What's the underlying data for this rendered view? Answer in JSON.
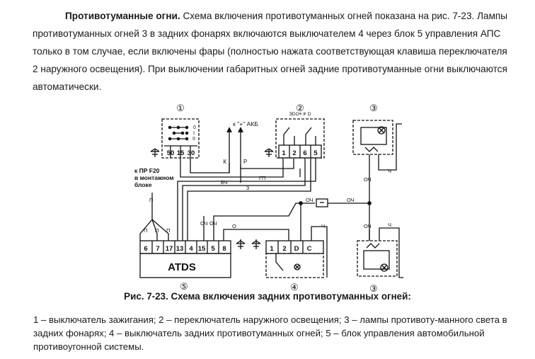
{
  "intro": {
    "heading": "Противотуманные огни.",
    "body": "Схема включения противотуманных огней показана на рис. 7-23. Лампы противотуманных огней 3 в задних фонарях включаются выключателем 4 через блок 5 управления АПС только в том случае, если включены фары (полностью нажата соответствующая клавиша переключателя 2 наружного освещения). При выключении габаритных огней задние противотуманные огни выключаются автоматически."
  },
  "diagram": {
    "component_numbers": {
      "c1": "①",
      "c2": "②",
      "c3_top": "③",
      "c3_bottom": "③",
      "c4": "④",
      "c5": "⑤"
    },
    "ignition_switch": {
      "pins": [
        "50",
        "15",
        "30"
      ],
      "positions": [
        "0",
        "I",
        "II"
      ]
    },
    "light_switch": {
      "pins": [
        "1",
        "2",
        "6",
        "5"
      ],
      "symbols": "ƎDO≡  ≢D"
    },
    "atds": {
      "label": "ATDS",
      "pins": [
        "6",
        "7",
        "17",
        "13",
        "4",
        "15",
        "5",
        "8"
      ]
    },
    "rear_switch": {
      "pins": [
        "1",
        "2",
        "D",
        "C"
      ]
    },
    "wires": {
      "battery": "к \"+\" АКБ",
      "k": "К",
      "r": "Р",
      "gp": "ГП",
      "bch": "БЧ",
      "three": "3",
      "och1": "ОЧ",
      "och2": "ОЧ",
      "och3": "ОЧ",
      "och_mid": "ОЧ",
      "och_lamp_top": "ОЧ",
      "och_lamp_bottom": "ОЧ",
      "ch_top": "Ч",
      "ch_switch": "Ч",
      "ch_bottom": "Ч",
      "o": "О",
      "p_top": "П",
      "p1": "П",
      "p2": "П",
      "p3": "П"
    },
    "fuse_note": [
      "к ПР F20",
      "в монтажном",
      "блоке"
    ]
  },
  "caption": "Рис. 7-23. Схема включения задних противотуманных огней:",
  "legend": "1 – выключатель зажигания; 2 – переключатель наружного освещения; 3 – лампы противоту-манного света в задних фонарях; 4 – выключатель задних противотуманных огней; 5 – блок управления автомобильной противоугонной системы."
}
